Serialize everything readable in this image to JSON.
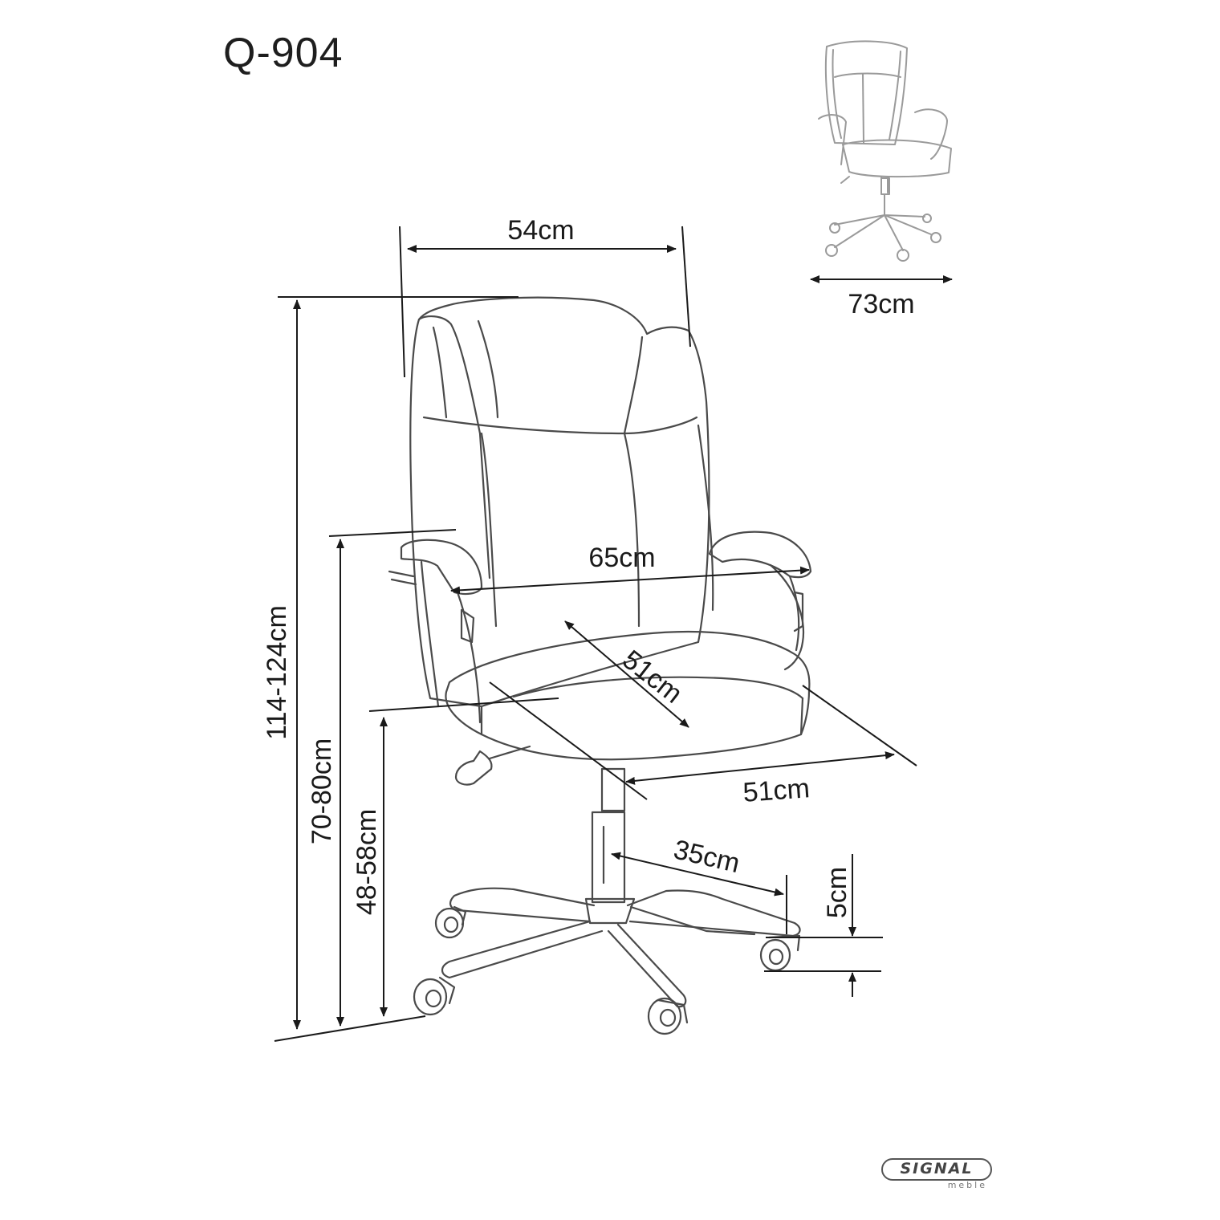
{
  "title": "Q-904",
  "dimensions": {
    "backrest_width": "54cm",
    "overall_width": "73cm",
    "armrest_width": "65cm",
    "seat_depth": "51cm",
    "base_depth": "51cm",
    "total_height": "114-124cm",
    "armrest_height": "70-80cm",
    "seat_height": "48-58cm",
    "leg_length": "35cm",
    "wheel_height": "5cm"
  },
  "logo": {
    "name": "SIGNAL",
    "sub": "meble"
  },
  "colors": {
    "line": "#222222",
    "sketch": "#4a4a4a",
    "thumb": "#9a9a9a"
  }
}
